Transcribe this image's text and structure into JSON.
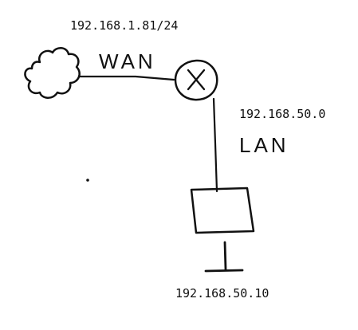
{
  "labels": {
    "wan_ip": "192.168.1.81/24",
    "wan": "WAN",
    "lan_network": "192.168.50.0",
    "lan": "LAN",
    "host_ip": "192.168.50.10"
  },
  "icons": {
    "internet": "cloud-icon",
    "router": "router-icon",
    "host": "computer-icon"
  }
}
